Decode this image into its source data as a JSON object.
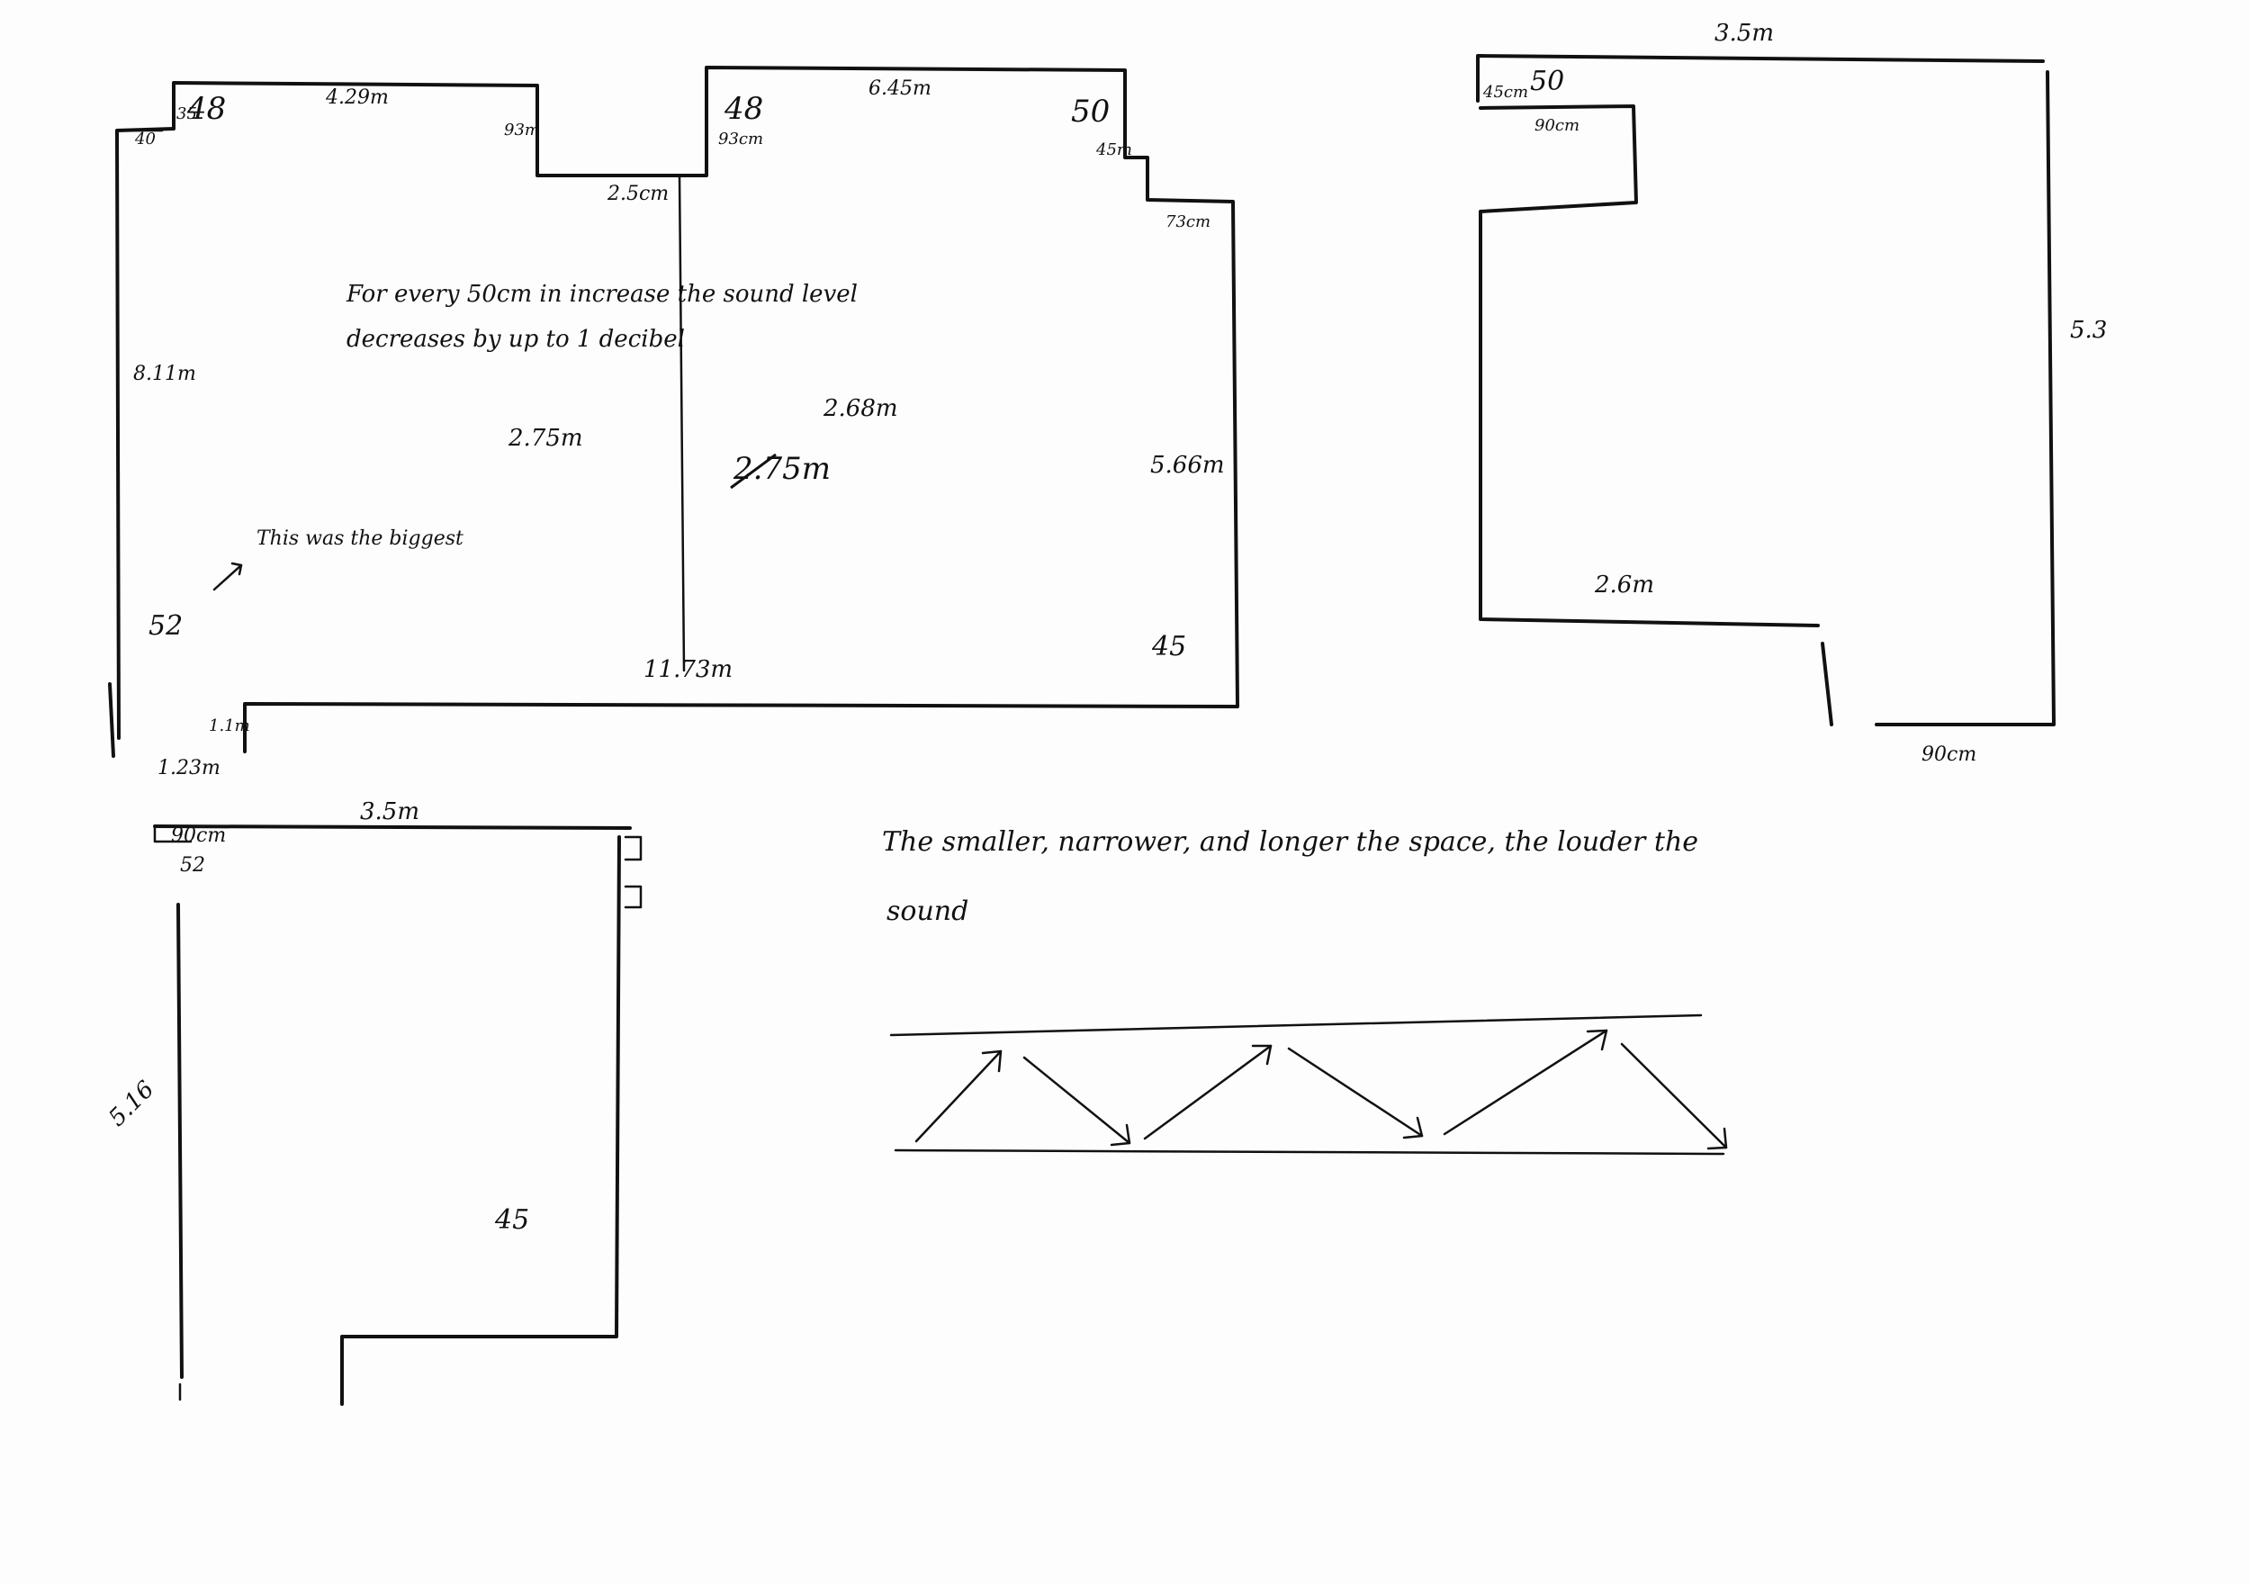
{
  "room1": {
    "labels": {
      "top_left_num": "48",
      "top_left_small": "40",
      "top_left_tiny": "35",
      "top_width": "4.29m",
      "notch_depth": "93m",
      "notch_width": "2.5cm",
      "mid_top_num": "48",
      "mid_top_small": "93cm",
      "top_right_width": "6.45m",
      "top_right_num": "50",
      "top_right_small": "45m",
      "right_notch": "73cm",
      "left_height": "8.11m",
      "note_line1": "For every   50cm   in increase   the sound level",
      "note_line2": "decreases  by  up  to  1  decibel",
      "mid_width_a": "2.75m",
      "mid_width_b": "2.68m",
      "mid_width_c": "2.75m",
      "right_height": "5.66m",
      "biggest_note": "This   was   the   biggest",
      "left_bottom_num": "52",
      "right_bottom_num": "45",
      "bottom_width": "11.73m",
      "step_height": "1.1m",
      "step_width": "1.23m"
    }
  },
  "room2": {
    "labels": {
      "top_width": "3.5m",
      "corner_small": "45cm",
      "corner_num": "50",
      "inner_width": "90cm",
      "right_height": "5.3",
      "bottom_width": "2.6m",
      "door_width": "90cm"
    }
  },
  "room3": {
    "labels": {
      "top_width": "3.5m",
      "corner_small": "90cm",
      "corner_num": "52",
      "left_height": "5.16",
      "bottom_num": "45"
    }
  },
  "observation": {
    "line1": "The  smaller,  narrower,  and    longer  the   space,  the    louder   the",
    "line2": "sound"
  }
}
